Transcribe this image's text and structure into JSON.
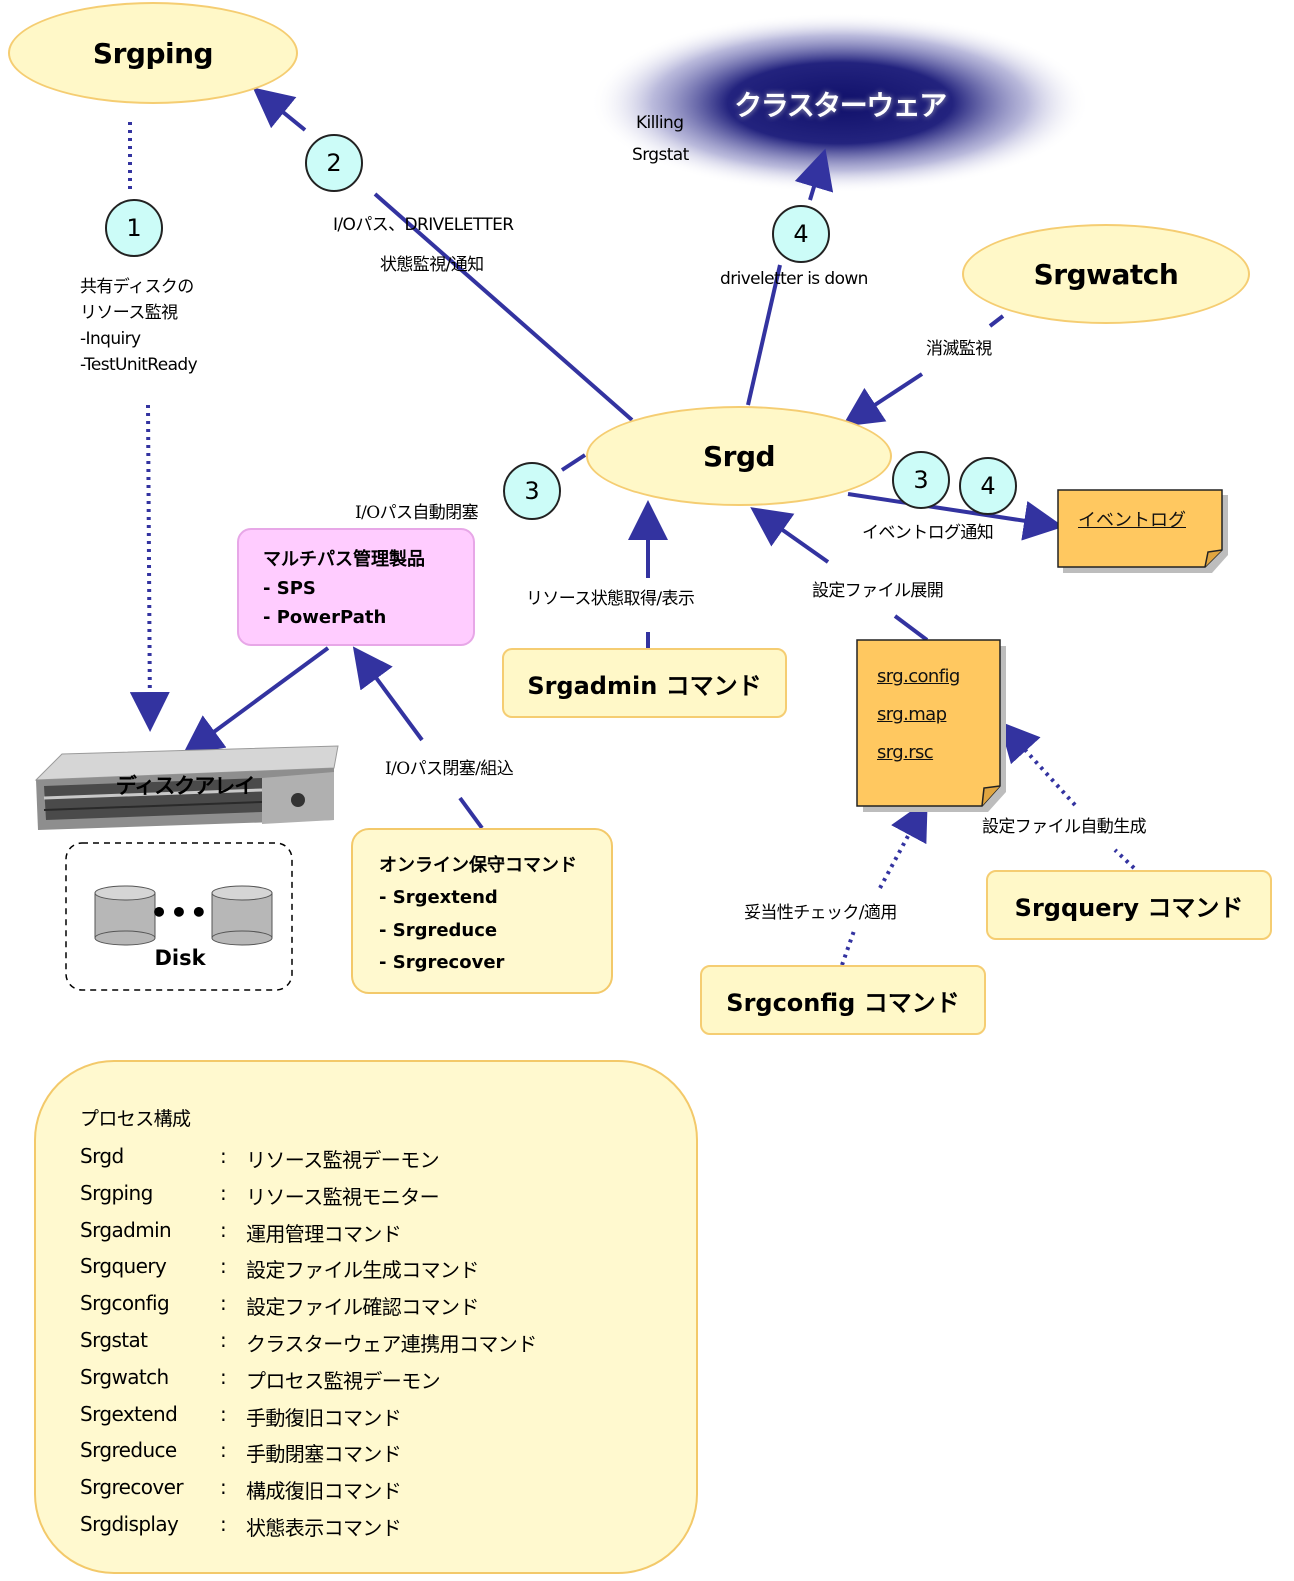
{
  "nodes": {
    "srgping": "Srgping",
    "srgd": "Srgd",
    "srgwatch": "Srgwatch",
    "cluster": "クラスターウェア",
    "srgadmin": "Srgadmin コマンド",
    "srgquery": "Srgquery コマンド",
    "srgconfig": "Srgconfig コマンド",
    "disk_array": "ディスクアレイ",
    "disk": "Disk",
    "multipath": {
      "title": "マルチパス管理製品",
      "items": [
        "- SPS",
        "- PowerPath"
      ]
    },
    "online_maint": {
      "title": "オンライン保守コマンド",
      "items": [
        "- Srgextend",
        "- Srgreduce",
        "- Srgrecover"
      ]
    },
    "event_log": "イベントログ",
    "config_files": [
      "srg.config",
      "srg.map",
      "srg.rsc"
    ]
  },
  "badges": {
    "b1": "1",
    "b2": "2",
    "b3a": "3",
    "b3b": "3",
    "b4a": "4",
    "b4b": "4"
  },
  "labels": {
    "killing_1": "Killing",
    "killing_2": "Srgstat",
    "io_path_1": "I/Oパス、DRIVELETTER",
    "io_path_2": "状態監視/通知",
    "driveletter_down": "driveletter is down",
    "shared_disk": [
      "共有ディスクの",
      "リソース監視",
      "-Inquiry",
      "-TestUnitReady"
    ],
    "extinct_watch": "消滅監視",
    "io_auto_block": "I/Oパス自動閉塞",
    "event_notify": "イベントログ通知",
    "resource_status": "リソース状態取得/表示",
    "config_deploy": "設定ファイル展開",
    "io_block_incorp": "I/Oパス閉塞/組込",
    "config_autogen": "設定ファイル自動生成",
    "validity_check": "妥当性チェック/適用"
  },
  "disk_dots": "•••",
  "legend": {
    "title": "プロセス構成",
    "sep": ":",
    "rows": [
      {
        "name": "Srgd",
        "desc": "リソース監視デーモン"
      },
      {
        "name": "Srgping",
        "desc": "リソース監視モニター"
      },
      {
        "name": "Srgadmin",
        "desc": "運用管理コマンド"
      },
      {
        "name": "Srgquery",
        "desc": "設定ファイル生成コマンド"
      },
      {
        "name": "Srgconfig",
        "desc": "設定ファイル確認コマンド"
      },
      {
        "name": "Srgstat",
        "desc": "クラスターウェア連携用コマンド"
      },
      {
        "name": "Srgwatch",
        "desc": "プロセス監視デーモン"
      },
      {
        "name": "Srgextend",
        "desc": "手動復旧コマンド"
      },
      {
        "name": "Srgreduce",
        "desc": "手動閉塞コマンド"
      },
      {
        "name": "Srgrecover",
        "desc": "構成復旧コマンド"
      },
      {
        "name": "Srgdisplay",
        "desc": "状態表示コマンド"
      }
    ]
  },
  "colors": {
    "arrow": "#3333a0",
    "node_fill": "#fff8c8",
    "node_border": "#f5cd72",
    "badge_fill": "#ccfcf8",
    "multipath_fill": "#ffccff",
    "note_fill": "#ffc860",
    "cluster_glow": "#1a1a6e"
  }
}
